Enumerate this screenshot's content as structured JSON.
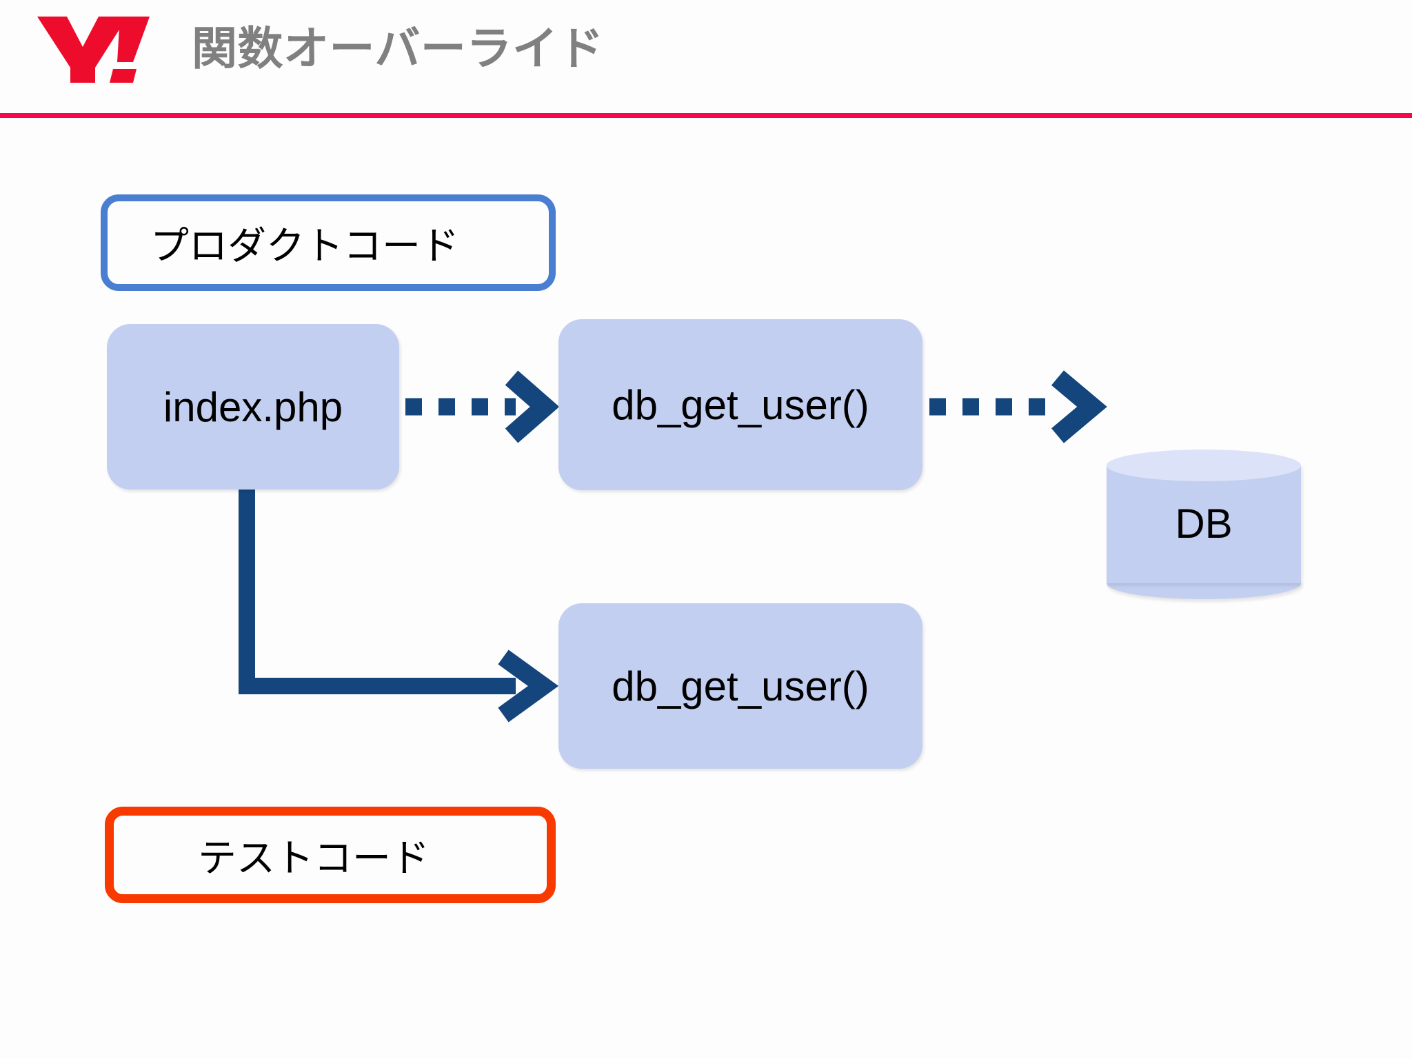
{
  "header": {
    "logo_name": "yahoo-exclamation-logo",
    "logo_color": "#ed0c2c",
    "title": "関数オーバーライド",
    "title_color": "#808080",
    "rule_color": "#f5074a"
  },
  "diagram": {
    "type": "flow-diagram",
    "legend": [
      {
        "id": "product-code",
        "label": "プロダクトコード",
        "border_color": "#4a7ed0"
      },
      {
        "id": "test-code",
        "label": "テストコード",
        "border_color": "#f93a00"
      }
    ],
    "nodes": [
      {
        "id": "index-php",
        "label": "index.php",
        "shape": "rounded-rect",
        "fill": "#c3cff0"
      },
      {
        "id": "db-get-user-prod",
        "label": "db_get_user()",
        "shape": "rounded-rect",
        "fill": "#c3cff0"
      },
      {
        "id": "db-get-user-test",
        "label": "db_get_user()",
        "shape": "rounded-rect",
        "fill": "#c3cff0"
      },
      {
        "id": "database",
        "label": "DB",
        "shape": "cylinder",
        "fill": "#c3cff0",
        "top_fill": "#dce3f8"
      }
    ],
    "edges": [
      {
        "id": "index-to-prod-fn",
        "from": "index-php",
        "to": "db-get-user-prod",
        "style": "dotted",
        "color": "#14457c"
      },
      {
        "id": "prod-fn-to-db",
        "from": "db-get-user-prod",
        "to": "database",
        "style": "dotted",
        "color": "#14457c"
      },
      {
        "id": "index-to-test-fn",
        "from": "index-php",
        "to": "db-get-user-test",
        "style": "solid-elbow",
        "color": "#14457c"
      }
    ]
  }
}
